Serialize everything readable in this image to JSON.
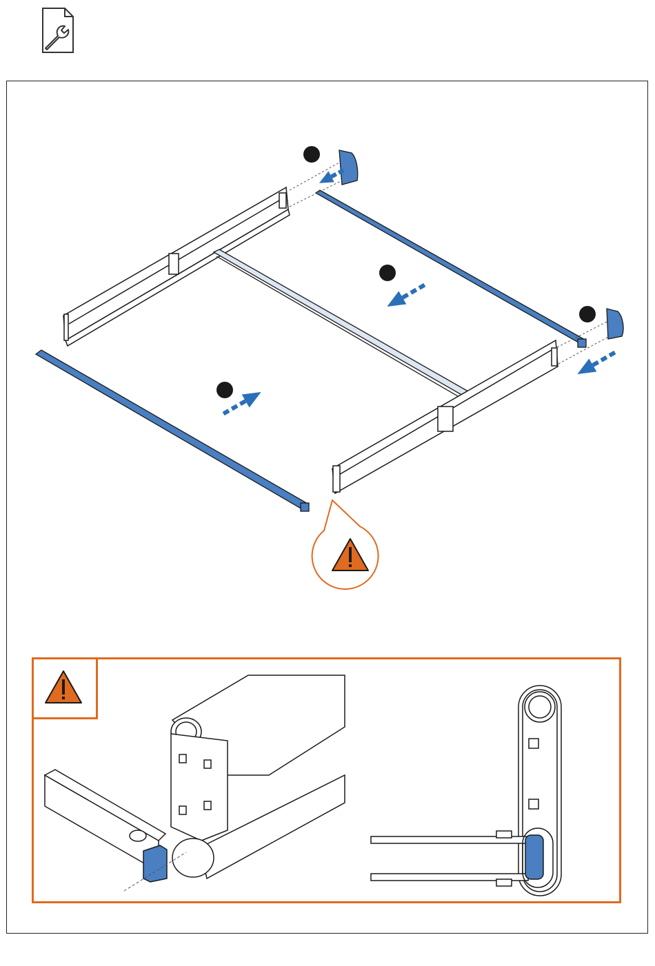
{
  "document": {
    "header_icon": "tool-manual-icon",
    "step_markers": [
      "step-dot",
      "step-dot",
      "step-dot",
      "step-dot"
    ],
    "warning_icon": "warning-triangle-icon",
    "colors": {
      "part_blue": "#4a7fc1",
      "arrow_blue": "#2b6fb8",
      "warning_orange": "#e06a1f",
      "line": "#1a1a1a"
    }
  }
}
